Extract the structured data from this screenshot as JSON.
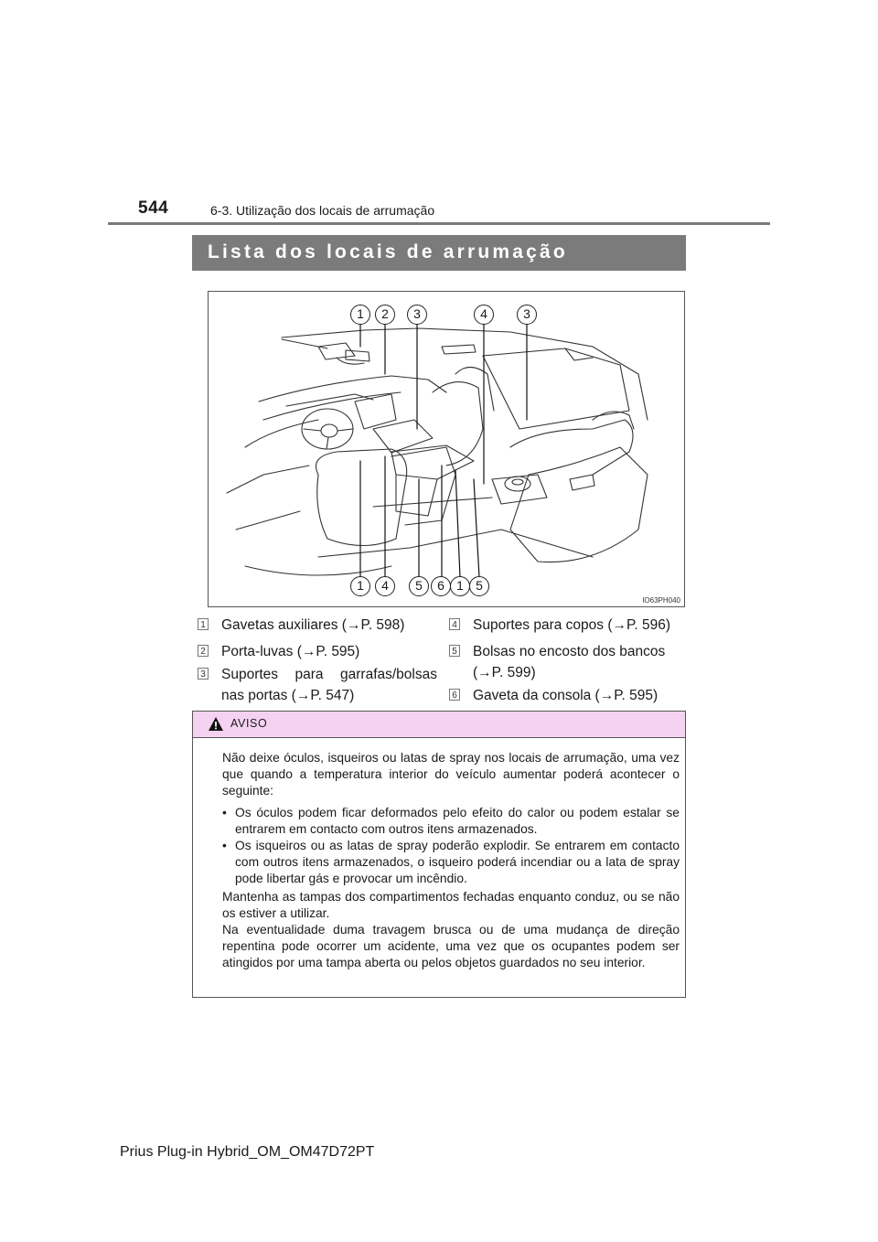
{
  "header": {
    "page_number": "544",
    "section": "6-3. Utilização dos locais de arrumação"
  },
  "title": "Lista dos locais de arrumação",
  "figure": {
    "code": "IO63PH040",
    "callouts_top": [
      "1",
      "2",
      "3",
      "4",
      "3"
    ],
    "callouts_bottom": [
      "1",
      "4",
      "5",
      "6",
      "1",
      "5"
    ]
  },
  "legend": {
    "left": [
      {
        "num": "1",
        "text": "Gavetas auxiliares (→P. 598)"
      },
      {
        "num": "2",
        "text": "Porta-luvas (→P. 595)"
      },
      {
        "num": "3",
        "text": "Suportes para garrafas/bolsas nas portas (→P. 547)"
      }
    ],
    "right": [
      {
        "num": "4",
        "text": "Suportes para copos (→P. 596)"
      },
      {
        "num": "5",
        "text": "Bolsas no encosto dos bancos (→P. 599)"
      },
      {
        "num": "6",
        "text": "Gaveta da consola (→P. 595)"
      }
    ]
  },
  "aviso": {
    "title": "AVISO",
    "intro": "Não deixe óculos, isqueiros ou latas de spray nos locais de arrumação, uma vez que quando a temperatura interior do veículo aumentar poderá acontecer o seguinte:",
    "bullets": [
      "Os óculos podem ficar deformados pelo efeito do calor ou podem estalar se entrarem em contacto com outros itens armazenados.",
      "Os isqueiros ou as latas de spray poderão explodir. Se entrarem em contacto com outros itens armazenados, o isqueiro poderá incendiar ou a lata de spray pode libertar gás e provocar um incêndio."
    ],
    "p1": "Mantenha as tampas dos compartimentos fechadas enquanto conduz, ou se não os estiver a utilizar.",
    "p2": "Na eventualidade duma travagem brusca ou de uma mudança de direção repentina pode ocorrer um acidente, uma vez que os ocupantes podem ser atingidos por uma tampa aberta ou pelos objetos guardados no seu interior."
  },
  "footer": "Prius Plug-in Hybrid_OM_OM47D72PT"
}
